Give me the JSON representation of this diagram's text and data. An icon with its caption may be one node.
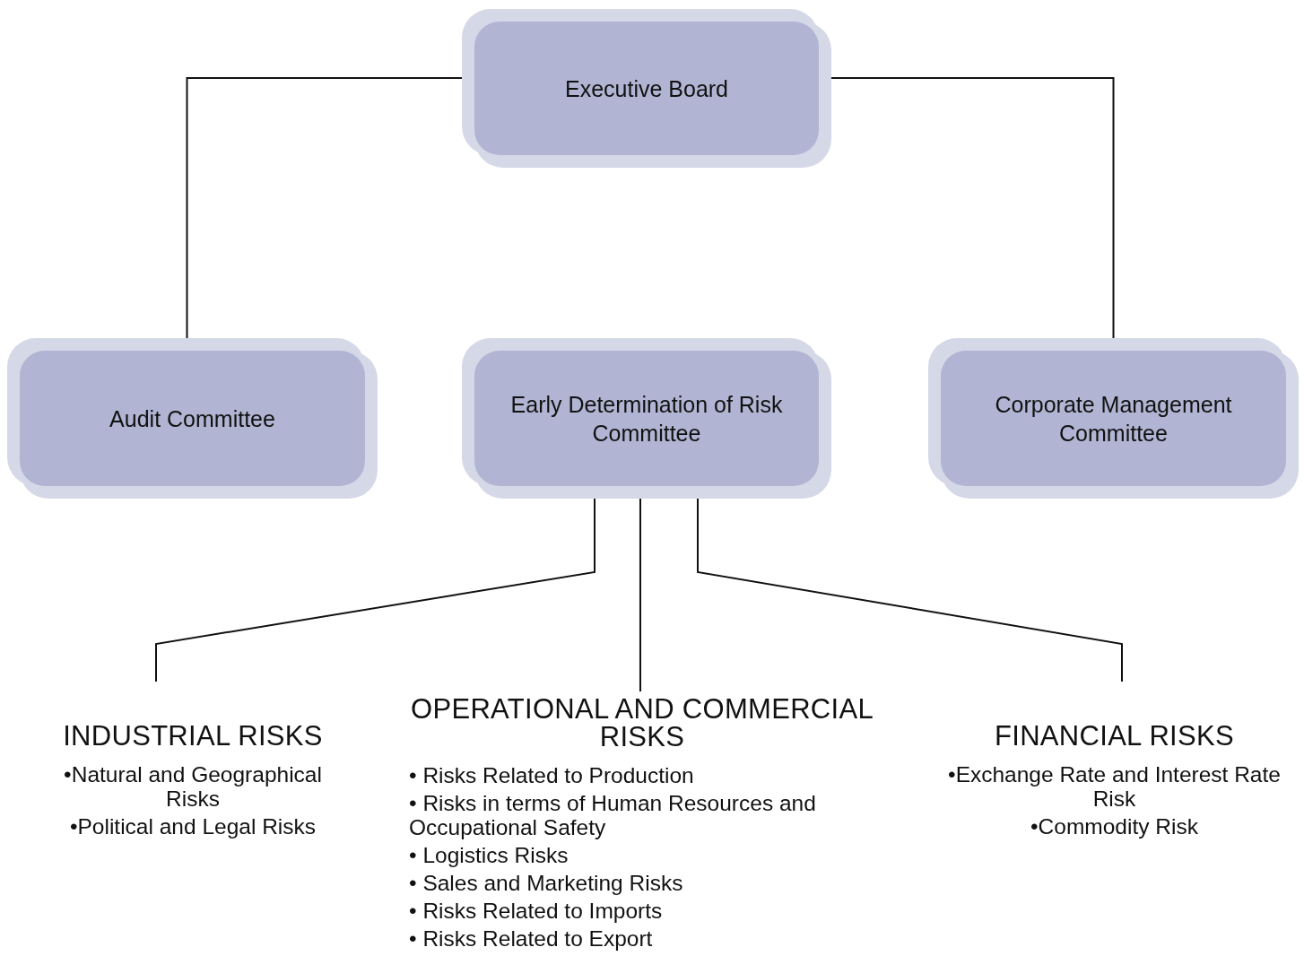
{
  "diagram": {
    "nodes": [
      {
        "text": [
          "Executive Board"
        ]
      },
      {
        "text": [
          "Audit Committee"
        ]
      },
      {
        "text": [
          "Early Determination of Risk Committee"
        ]
      },
      {
        "text": [
          "Corporate Management Committee"
        ]
      },
      {
        "text": [
          "INDUSTRIAL RISKS",
          "•Natural and Geographical Risks",
          "•Political and Legal Risks"
        ]
      },
      {
        "text": [
          "OPERATIONAL AND COMMERCIAL RISKS",
          "• Risks Related to Production",
          "• Risks in terms of Human Resources and Occupational Safety",
          "• Logistics Risks",
          "• Sales and Marketing Risks",
          "• Risks Related to Imports",
          "• Risks Related to Export"
        ]
      },
      {
        "text": [
          "FINANCIAL RISKS",
          "•Exchange Rate and Interest Rate Risk",
          "•Commodity Risk"
        ]
      }
    ],
    "edges": [
      {
        "from": 0,
        "to": 1,
        "arrow": "none"
      },
      {
        "from": 0,
        "to": 3,
        "arrow": "none"
      },
      {
        "from": 2,
        "to": 4,
        "arrow": "none"
      },
      {
        "from": 2,
        "to": 5,
        "arrow": "none"
      },
      {
        "from": 2,
        "to": 6,
        "arrow": "none"
      }
    ]
  }
}
